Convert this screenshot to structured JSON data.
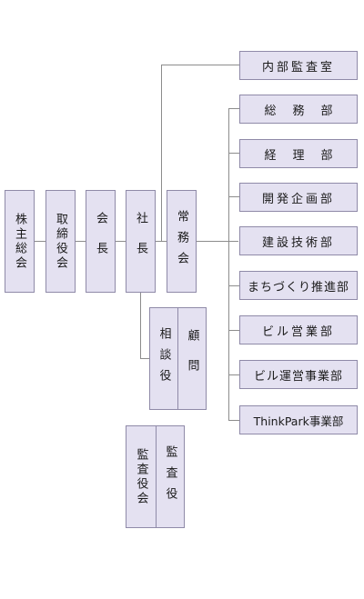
{
  "left_chain": [
    "株主総会",
    "取締役会",
    "会長",
    "社長",
    "常務会"
  ],
  "departments": [
    "内部監査室",
    "総務部",
    "経理部",
    "開発企画部",
    "建設技術部",
    "まちづくり推進部",
    "ビル営業部",
    "ビル運営事業部",
    "ThinkPark事業部"
  ],
  "advisors": {
    "left": "相談役",
    "right": "顧問"
  },
  "auditors": {
    "left": "監査役会",
    "right": "監査役"
  },
  "colors": {
    "box_fill": "#e4e1f1",
    "box_border": "#8f8aa8",
    "connector": "#8c8c8c"
  }
}
